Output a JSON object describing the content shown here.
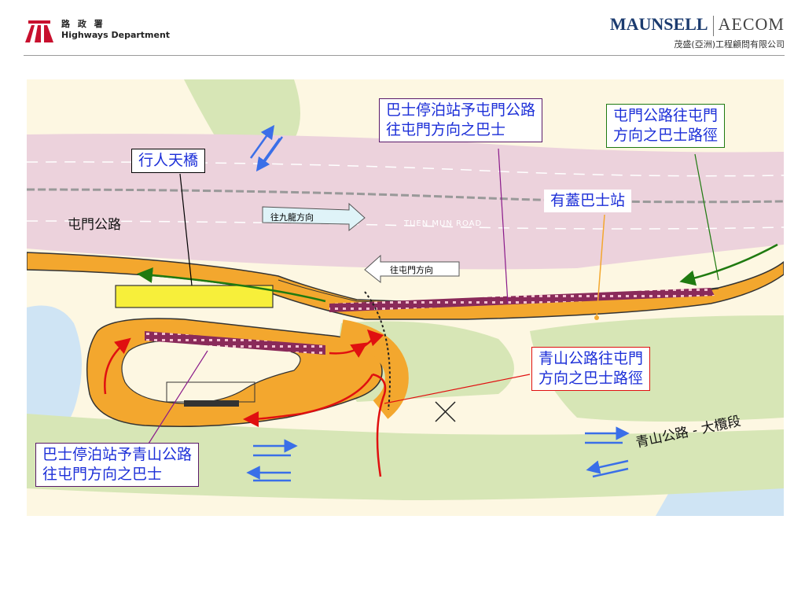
{
  "header": {
    "dept_cn": "路 政 署",
    "dept_en": "Highways Department",
    "brand_left": "MAUNSELL",
    "brand_right": "AECOM",
    "brand_sub": "茂盛(亞洲)工程顧問有限公司"
  },
  "map": {
    "labels": {
      "footbridge": "行人天橋",
      "tm_stop_line1": "巴士停泊站予屯門公路",
      "tm_stop_line2": "往屯門方向之巴士",
      "tm_route_line1": "屯門公路往屯門",
      "tm_route_line2": "方向之巴士路徑",
      "covered_stop": "有蓋巴士站",
      "cs_route_line1": "青山公路往屯門",
      "cs_route_line2": "方向之巴士路徑",
      "cs_stop_line1": "巴士停泊站予青山公路",
      "cs_stop_line2": "往屯門方向之巴士"
    },
    "roads": {
      "tuen_mun_road": "屯門公路",
      "castle_peak_road": "青山公路 - 大欖段",
      "dir_kowloon": "往九龍方向",
      "dir_tuen_mun": "往屯門方向",
      "road_marking": "TUEN MUN ROAD"
    },
    "colors": {
      "background": "#fdf7e2",
      "green_zone": "#d7e6b6",
      "highway": "#ecd2dc",
      "bus_lane": "#f3a72e",
      "green_route": "#1f7a10",
      "red_route": "#e01010",
      "flow_arrow": "#3a6fe8",
      "water": "#cfe4f4",
      "label_text": "#1c2fd8"
    }
  }
}
